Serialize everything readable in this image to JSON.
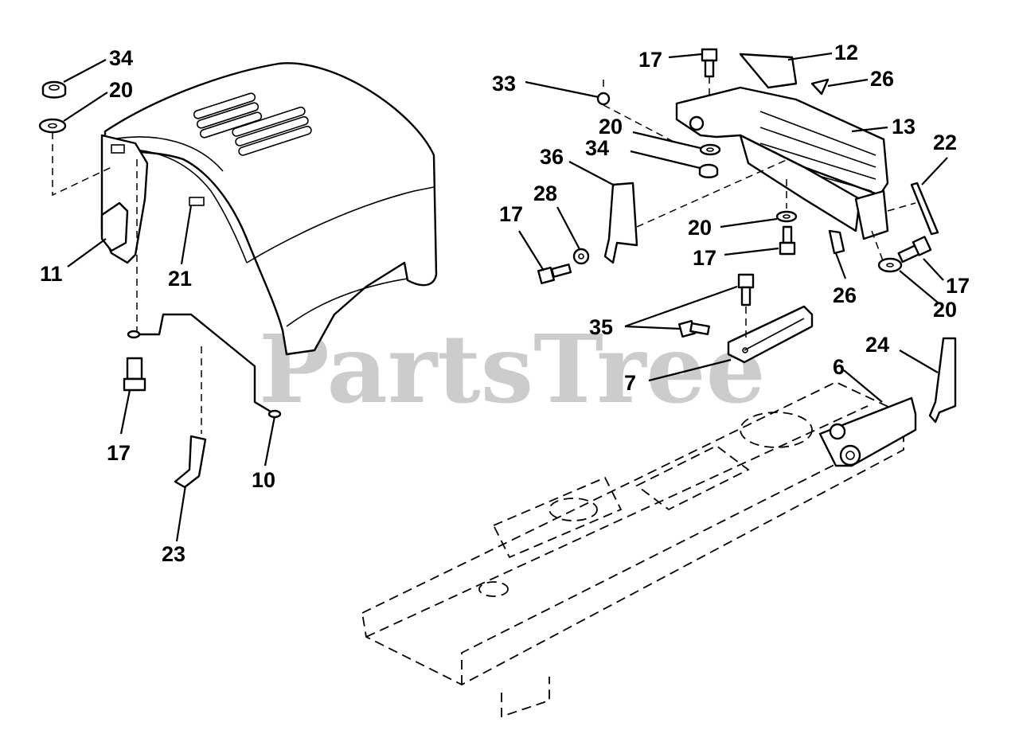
{
  "watermark": "PartsTree",
  "callouts": {
    "c34a": "34",
    "c20a": "20",
    "c11": "11",
    "c21": "21",
    "c17a": "17",
    "c10": "10",
    "c23": "23",
    "c33": "33",
    "c17b": "17",
    "c12": "12",
    "c26a": "26",
    "c13": "13",
    "c20b": "20",
    "c34b": "34",
    "c36": "36",
    "c28": "28",
    "c17c": "17",
    "c22": "22",
    "c20c": "20",
    "c17d": "17",
    "c26b": "26",
    "c17e": "17",
    "c20d": "20",
    "c35": "35",
    "c7": "7",
    "c24": "24",
    "c6": "6"
  }
}
